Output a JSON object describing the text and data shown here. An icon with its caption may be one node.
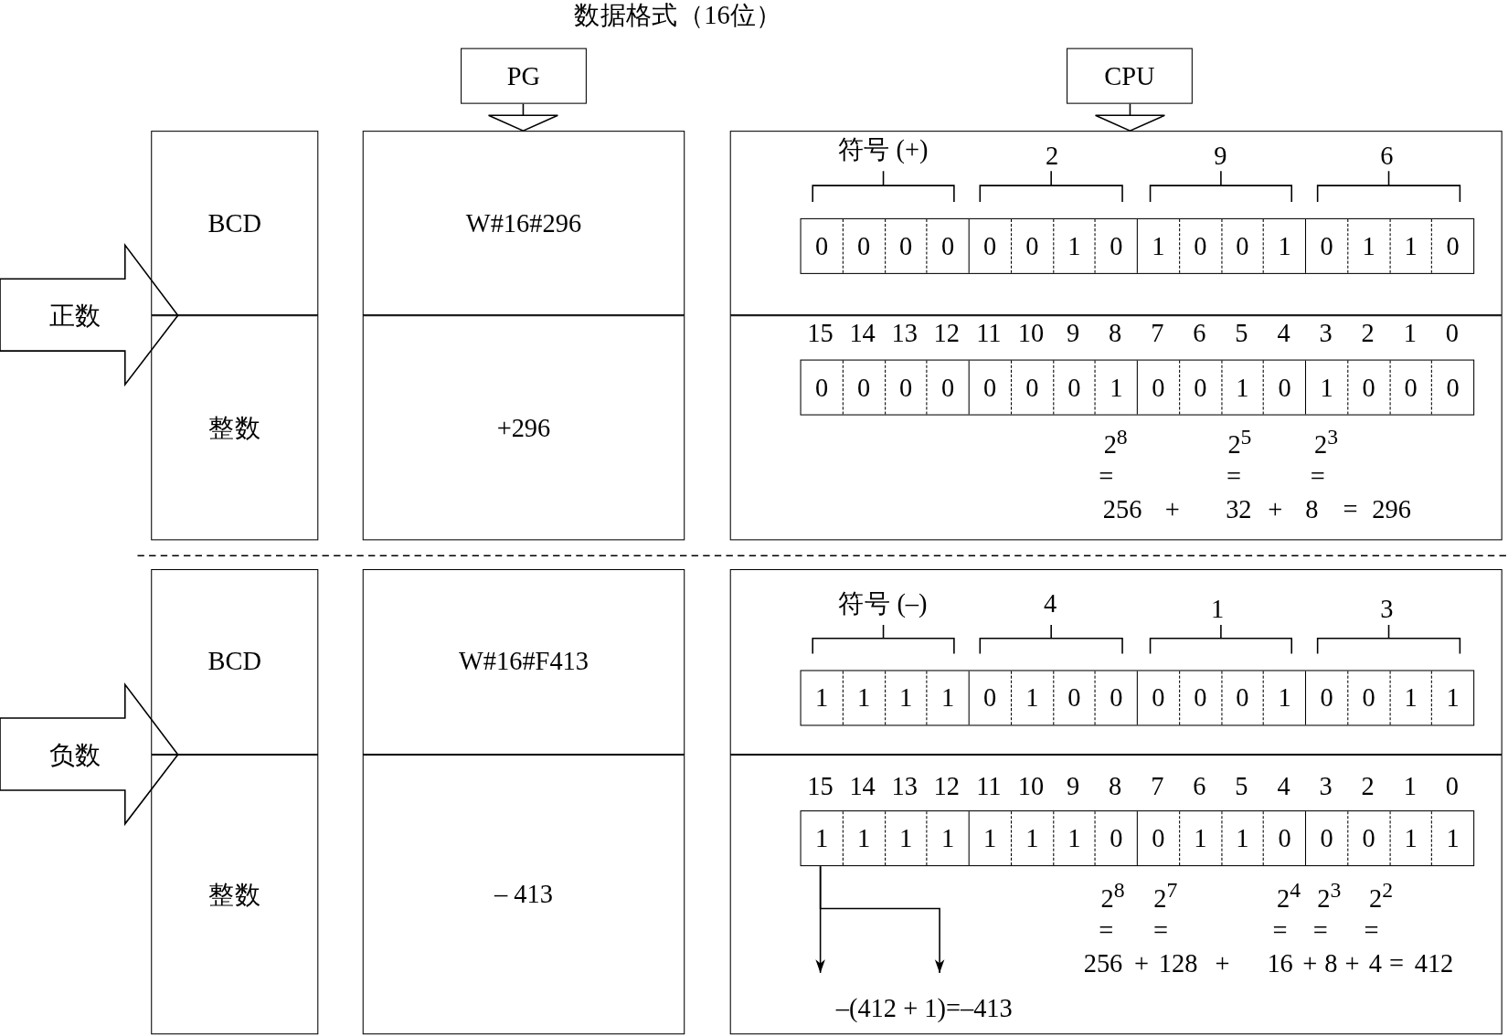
{
  "diagram": {
    "title": "数据格式（16位）",
    "nodes": [
      {
        "text": [
          "正数"
        ]
      },
      {
        "text": [
          "BCD"
        ]
      },
      {
        "text": [
          "整数"
        ]
      },
      {
        "text": [
          "PG"
        ]
      },
      {
        "text": [
          "W#16#296"
        ]
      },
      {
        "text": [
          "+296"
        ]
      },
      {
        "text": [
          "CPU"
        ]
      },
      {
        "text": [],
        "shape": "box"
      },
      {
        "text": [
          "0",
          "0",
          "0",
          "0",
          "0",
          "0",
          "1",
          "0",
          "1",
          "0",
          "0",
          "1",
          "0",
          "1",
          "1",
          "0"
        ],
        "in": 7
      },
      {
        "text": [],
        "shape": "box"
      },
      {
        "text": [
          "0",
          "0",
          "0",
          "0",
          "0",
          "0",
          "0",
          "1",
          "0",
          "0",
          "1",
          "0",
          "1",
          "0",
          "0",
          "0"
        ],
        "in": 9
      },
      {
        "text": [
          "负数"
        ]
      },
      {
        "text": [
          "BCD"
        ]
      },
      {
        "text": [
          "整数"
        ]
      },
      {
        "text": [
          "W#16#F413"
        ]
      },
      {
        "text": [
          "– 413"
        ]
      },
      {
        "text": [],
        "shape": "box"
      },
      {
        "text": [
          "1",
          "1",
          "1",
          "1",
          "0",
          "1",
          "0",
          "0",
          "0",
          "0",
          "0",
          "1",
          "0",
          "0",
          "1",
          "1"
        ],
        "in": 16
      },
      {
        "text": [],
        "shape": "box"
      },
      {
        "text": [
          "1",
          "1",
          "1",
          "1",
          "1",
          "1",
          "1",
          "0",
          "0",
          "1",
          "1",
          "0",
          "0",
          "0",
          "1",
          "1"
        ],
        "in": 18
      },
      {
        "text": [
          "–(412 + 1)=–413"
        ],
        "in": 18
      }
    ],
    "edges": [
      {
        "from": 3,
        "to": 4,
        "arrow": "to"
      },
      {
        "from": 6,
        "to": 7,
        "arrow": "to"
      },
      {
        "from": 19,
        "to": 20,
        "arrow": "to"
      },
      {
        "from": 19,
        "to": 20,
        "arrow": "to"
      }
    ],
    "labels": [
      "符号 (+)",
      "2",
      "9",
      "6",
      "15",
      "14",
      "13",
      "12",
      "11",
      "10",
      "9",
      "8",
      "7",
      "6",
      "5",
      "4",
      "3",
      "2",
      "1",
      "0",
      "2$^{8}$",
      "2$^{5}$",
      "2$^{3}$",
      "=",
      "=",
      "=",
      "256",
      "+",
      "32",
      "+",
      "8",
      "=",
      "296",
      "符号 (–)",
      "4",
      "1",
      "3",
      "15",
      "14",
      "13",
      "12",
      "11",
      "10",
      "9",
      "8",
      "7",
      "6",
      "5",
      "4",
      "3",
      "2",
      "1",
      "0",
      "2$^{8}$",
      "2$^{7}$",
      "2$^{4}$",
      "2$^{3}$",
      "2$^{2}$",
      "=",
      "=",
      "=",
      "=",
      "=",
      "256",
      "+",
      "128",
      "+",
      "16",
      "+",
      "8",
      "+",
      "4",
      "=",
      "412"
    ]
  }
}
